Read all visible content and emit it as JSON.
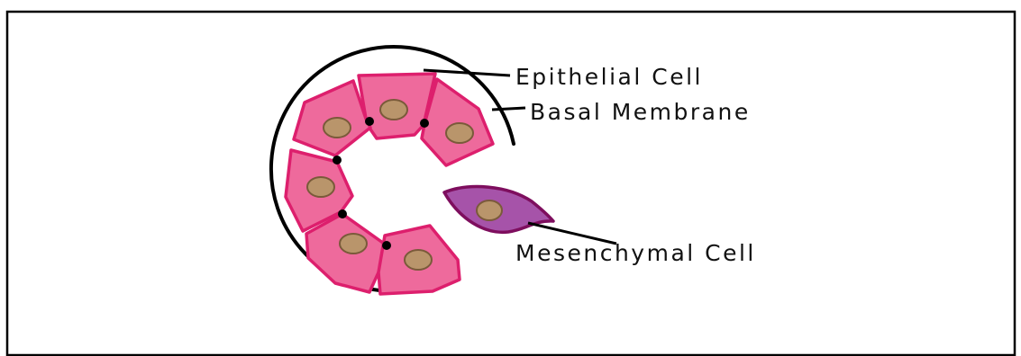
{
  "labels": {
    "epithelial_cell": "Epithelial Cell",
    "basal_membrane": "Basal Membrane",
    "mesenchymal_cell": "Mesenchymal Cell"
  },
  "colors": {
    "epithelial_fill": "#ee6a9c",
    "epithelial_stroke": "#dd1f6d",
    "nucleus_fill": "#b9956b",
    "nucleus_stroke": "#7a5a3a",
    "mesenchymal_fill": "#a653a9",
    "mesenchymal_stroke": "#7e0e5e",
    "line": "#000000"
  }
}
